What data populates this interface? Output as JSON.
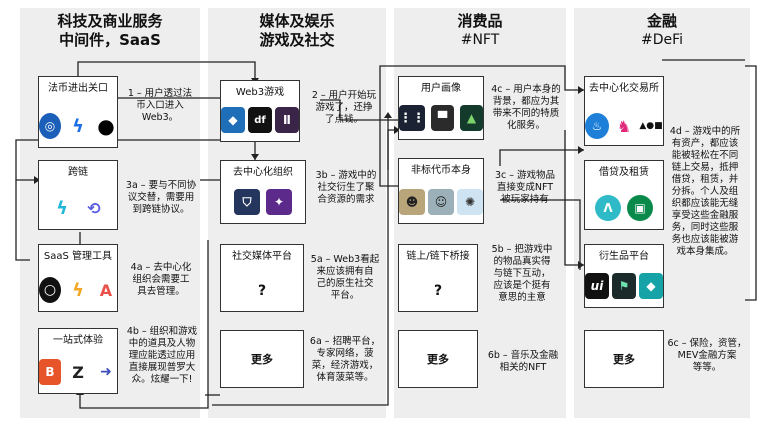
{
  "columns": [
    {
      "title": "科技及商业服务",
      "subtitle": "中间件，SaaS"
    },
    {
      "title": "媒体及娱乐",
      "subtitle": "游戏及社交"
    },
    {
      "title": "消费品",
      "subtitle": "#NFT"
    },
    {
      "title": "金融",
      "subtitle": "#DeFi"
    }
  ],
  "boxes": {
    "fiat": "法币进出关口",
    "crosschain": "跨链",
    "saas_tools": "SaaS 管理工具",
    "onestop": "一站式体验",
    "web3game": "Web3游戏",
    "dao": "去中心化组织",
    "social": "社交媒体平台",
    "media_more": "更多",
    "avatar": "用户画像",
    "nonfungible": "非标代币本身",
    "bridge": "链上/链下桥接",
    "nft_more": "更多",
    "dex": "去中心化交易所",
    "lending": "借贷及租赁",
    "derivatives": "衍生品平台",
    "defi_more": "更多",
    "unknown": "?"
  },
  "notes": {
    "n1": "1 – 用户透过法\n币入口进入\nWeb3。",
    "n2": "2 – 用户开始玩\n游戏了，还挣\n了点钱。",
    "n3a": "3a – 要与不同协\n议交替，需要用\n到跨链协议。",
    "n3b": "3b – 游戏中的\n社交衍生了聚\n合资源的需求",
    "n3c": "3c – 游戏物品\n直接变成NFT\n被玩家持有",
    "n4a": "4a – 去中心化\n组织会需要工\n具去管理。",
    "n4b": "4b – 组织和游戏\n中的道具及人物\n理应能透过应用\n直接展现普罗大\n众。炫耀一下!",
    "n4c": "4c – 用户本身的\n背景，都应为其\n带来不同的特质\n化服务。",
    "n4d": "4d – 游戏中的所\n有资产，都应该\n能被轻松在不同\n链上交易，抵押\n借贷，租赁，并\n分拆。个人及组\n织都应该能无缝\n享受这些金融服\n务，同时这些服\n务也应该能被游\n戏本身集成。",
    "n5a": "5a – Web3看起\n来应该拥有自\n己的原生社交\n平台。",
    "n5b": "5b – 把游戏中\n的物品真实得\n与链下互动，\n应该是个挺有\n意思的主意",
    "n6a": "6a – 招聘平台，\n专家网络，菠\n菜，经济游戏，\n体育菠菜等。",
    "n6b": "6b – 音乐及金融\n相关的NFT",
    "n6c": "6c – 保险，资管，\nMEV金融方案\n等等。"
  },
  "icons": {
    "fiat": [
      "coin-logo",
      "bolt-logo",
      "dot-logo"
    ],
    "crosschain": [
      "bolt-logo",
      "chain-logo"
    ],
    "saas_tools": [
      "circle-logo",
      "lightning-logo",
      "a-logo"
    ],
    "onestop": [
      "b-logo",
      "z-logo",
      "arrow-logo"
    ],
    "web3game": [
      "diamond-logo",
      "df-logo",
      "pillar-logo"
    ],
    "dao": [
      "shield-logo",
      "star-logo"
    ],
    "avatar": [
      "grid-logo",
      "hat-logo",
      "triangle-logo"
    ],
    "nonfungible": [
      "ape-logo",
      "punk-logo",
      "bird-logo"
    ],
    "dex": [
      "drop-logo",
      "unicorn-logo",
      "aom-logo"
    ],
    "lending": [
      "a-logo",
      "square-logo"
    ],
    "derivatives": [
      "u-logo",
      "flag-logo",
      "diamond-logo"
    ]
  }
}
